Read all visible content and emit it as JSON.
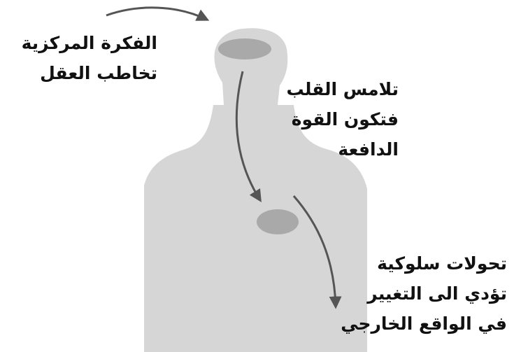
{
  "captions": {
    "head": {
      "line1": "الفكرة المركزية",
      "line2": "تخاطب العقل"
    },
    "heart": {
      "line1": "تلامس القلب",
      "line2": "فتكون القوة",
      "line3": "الدافعة"
    },
    "behavior": {
      "line1": "تحولات سلوكية",
      "line2": "تؤدي الى التغيير",
      "line3": "في الواقع الخارجي"
    }
  },
  "colors": {
    "body_silhouette": "#d6d6d6",
    "highlight_zone": "#a9a9a9",
    "arrow": "#555555",
    "text": "#111111"
  }
}
